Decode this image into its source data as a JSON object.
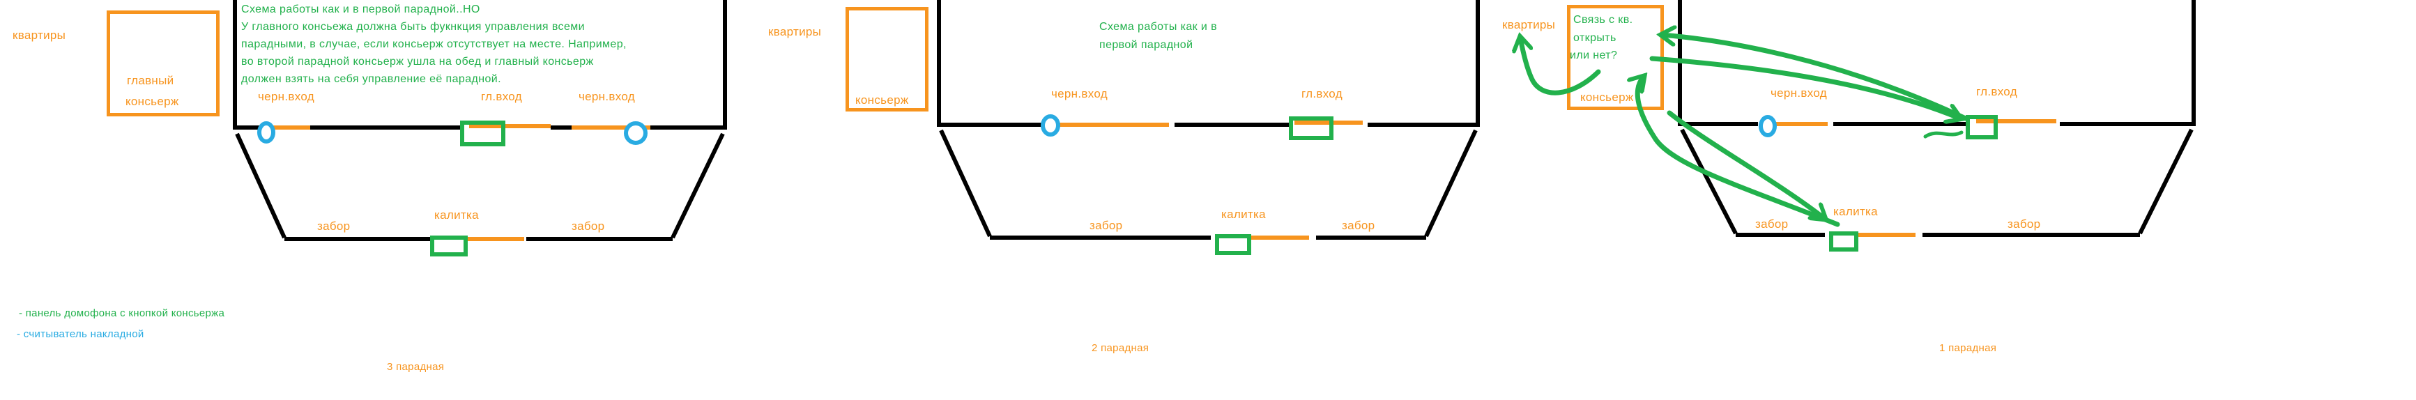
{
  "colors": {
    "orange": "#F7941E",
    "green": "#22B14C",
    "blue": "#29ABE2",
    "wall_black": "#000000"
  },
  "legend": {
    "panel_label": "- панель домофона с кнопкой консьержа",
    "reader_label": "- считыватель накладной"
  },
  "diagrams": [
    {
      "caption": "3 парадная",
      "apartments": "квартиры",
      "concierge_line1": "главный",
      "concierge_line2": "консьерж",
      "note_lines": [
        "Схема работы как и в первой парадной..НО",
        "У главного консьежа должна быть фукнкция управления всеми",
        "парадными, в случае, если консьерж отсутствует на месте. Например,",
        "во второй парадной консьерж ушла на обед и главный консьерж",
        "должен взять на себя управление её парадной."
      ],
      "labels": {
        "back_left": "черн.вход",
        "main": "гл.вход",
        "back_right": "черн.вход",
        "fence_left": "забор",
        "gate": "калитка",
        "fence_right": "забор"
      }
    },
    {
      "caption": "2 парадная",
      "apartments": "квартиры",
      "concierge": "консьерж",
      "note_lines": [
        "Схема работы как и в",
        "первой парадной"
      ],
      "labels": {
        "back": "черн.вход",
        "main": "гл.вход",
        "fence_left": "забор",
        "gate": "калитка",
        "fence_right": "забор"
      }
    },
    {
      "caption": "1 парадная",
      "apartments": "квартиры",
      "concierge": "консьерж",
      "question_lines": [
        "Связь с кв.",
        "открыть",
        "или нет?"
      ],
      "labels": {
        "back": "черн.вход",
        "main": "гл.вход",
        "fence_left": "забор",
        "gate": "калитка",
        "fence_right": "забор"
      }
    }
  ]
}
